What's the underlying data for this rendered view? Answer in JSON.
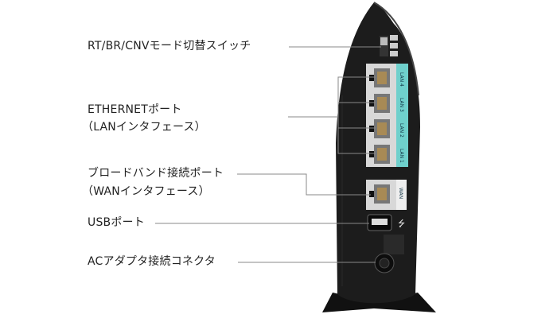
{
  "callouts": {
    "mode_switch": "RT/BR/CNVモード切替スイッチ",
    "ethernet_line1": "ETHERNETポート",
    "ethernet_line2": "（LANインタフェース）",
    "broadband_line1": "ブロードバンド接続ポート",
    "broadband_line2": "（WANインタフェース）",
    "usb": "USBポート",
    "ac": "ACアダプタ接続コネクタ"
  },
  "port_labels": {
    "lan4": "LAN 4",
    "lan3": "LAN 3",
    "lan2": "LAN 2",
    "lan1": "LAN 1",
    "wan": "WAN"
  },
  "colors": {
    "body": "#1c1c1c",
    "lan_label": "#6fd0cc",
    "port_frame": "#d8d8d8",
    "leader": "#888888"
  }
}
